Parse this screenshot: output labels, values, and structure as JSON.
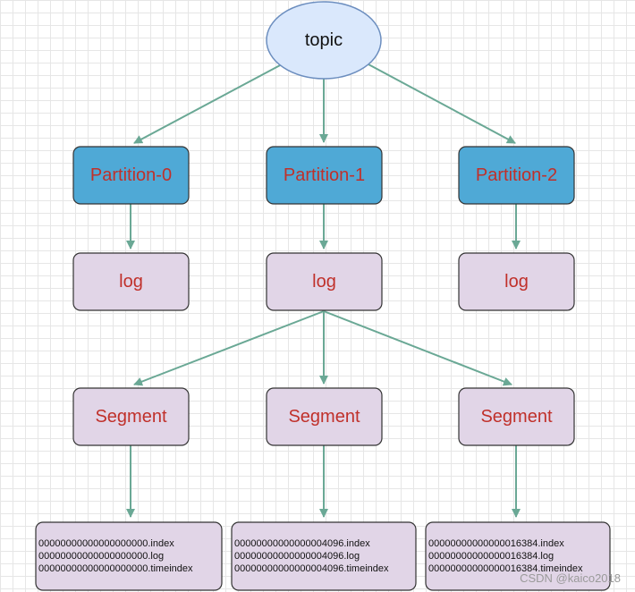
{
  "colors": {
    "topic_fill": "#dae8fc",
    "topic_stroke": "#6c8ebf",
    "partition_fill": "#4fa9d6",
    "log_fill": "#e1d5e7",
    "node_stroke": "#333333",
    "label_red": "#c0302a",
    "arrow": "#6aa895"
  },
  "topic": {
    "label": "topic"
  },
  "partitions": [
    {
      "label": "Partition-0"
    },
    {
      "label": "Partition-1"
    },
    {
      "label": "Partition-2"
    }
  ],
  "logs": [
    {
      "label": "log"
    },
    {
      "label": "log"
    },
    {
      "label": "log"
    }
  ],
  "segments": [
    {
      "label": "Segment"
    },
    {
      "label": "Segment"
    },
    {
      "label": "Segment"
    }
  ],
  "segment_files": [
    {
      "lines": [
        "00000000000000000000.index",
        "00000000000000000000.log",
        "00000000000000000000.timeindex"
      ]
    },
    {
      "lines": [
        "00000000000000004096.index",
        "00000000000000004096.log",
        "00000000000000004096.timeindex"
      ]
    },
    {
      "lines": [
        "00000000000000016384.index",
        "00000000000000016384.log",
        "00000000000000016384.timeindex"
      ]
    }
  ],
  "watermark": "CSDN @kaico2018"
}
